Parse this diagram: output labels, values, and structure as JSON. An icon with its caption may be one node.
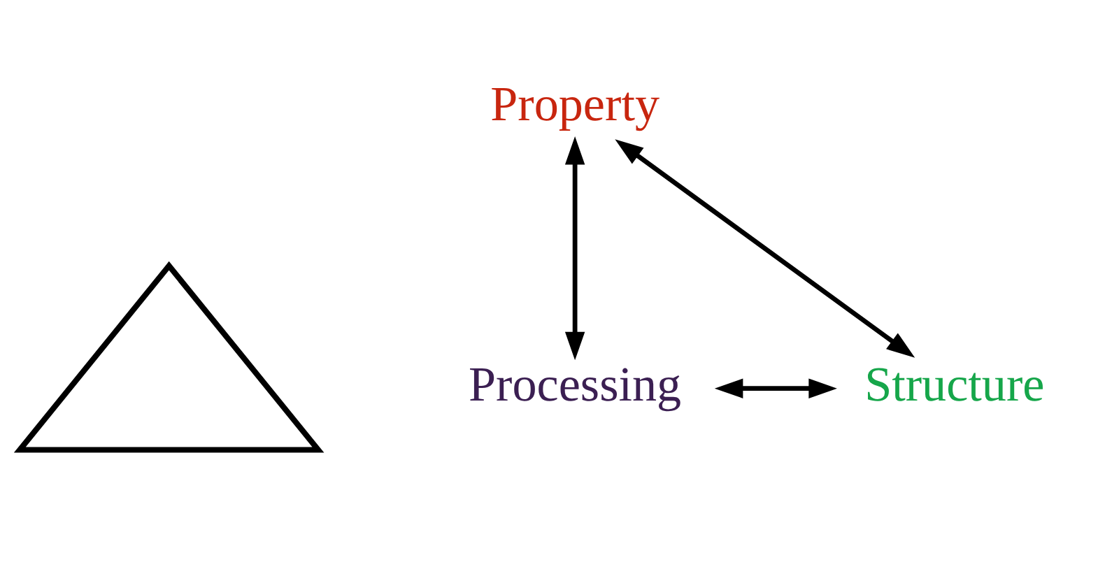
{
  "diagram": {
    "nodes": [
      {
        "text": [
          "Property"
        ]
      },
      {
        "text": [],
        "shape": "triangle"
      },
      {
        "text": [
          "Processing"
        ]
      },
      {
        "text": [
          "Structure"
        ]
      }
    ],
    "edges": [
      {
        "from": 2,
        "to": 0,
        "arrow": "both"
      },
      {
        "from": 0,
        "to": 3,
        "arrow": "both"
      },
      {
        "from": 2,
        "to": 3,
        "arrow": "both"
      }
    ]
  }
}
